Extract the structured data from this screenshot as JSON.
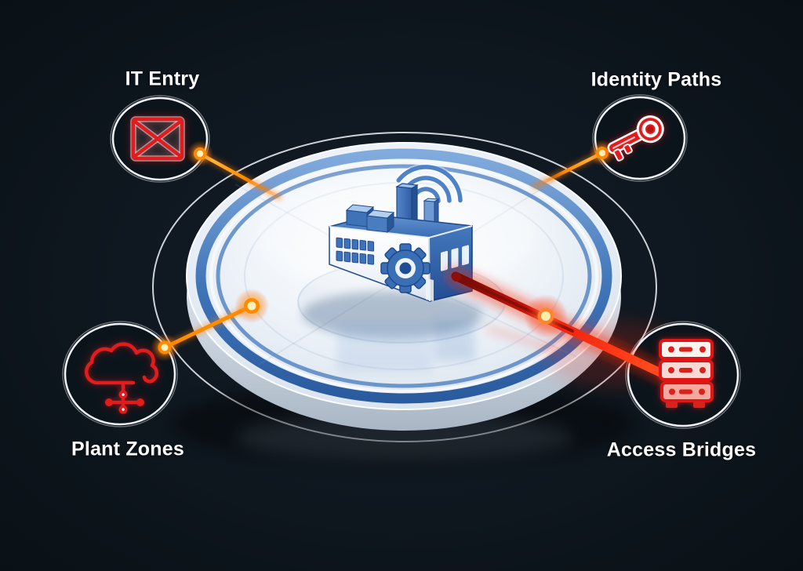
{
  "scene": {
    "center": {
      "name": "factory-hub",
      "icon": "factory-icon",
      "platform": "circular-platform"
    },
    "nodes": [
      {
        "id": "it-entry",
        "label": "IT Entry",
        "icon": "envelope-icon",
        "position": "top-left",
        "connector": "orange-link"
      },
      {
        "id": "identity-paths",
        "label": "Identity Paths",
        "icon": "key-icon",
        "position": "top-right",
        "connector": "orange-link"
      },
      {
        "id": "plant-zones",
        "label": "Plant Zones",
        "icon": "cloud-network-icon",
        "position": "bottom-left",
        "connector": "orange-link"
      },
      {
        "id": "access-bridges",
        "label": "Access Bridges",
        "icon": "server-stack-icon",
        "position": "bottom-right",
        "connector": "red-beam"
      }
    ],
    "colors": {
      "background": "#0c141b",
      "label_text": "#ffffff",
      "node_ring": "#f0f3f6",
      "icon_red": "#e21c1c",
      "link_orange": "#ff8a00",
      "link_dot_core": "#ffefb8",
      "beam_red": "#ee1a0e",
      "factory_blue": "#3c70b5",
      "platform_band": "#3f74b8",
      "platform_surface": "#e9eff6"
    }
  }
}
